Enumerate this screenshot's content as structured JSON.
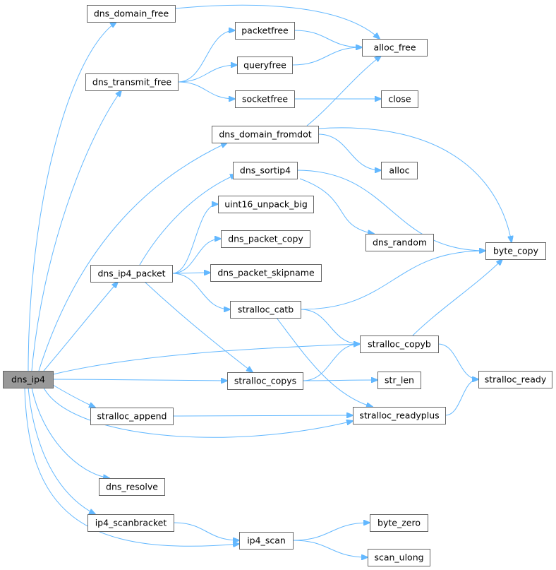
{
  "diagram": {
    "type": "call-graph",
    "colors": {
      "edge": "#63b8ff",
      "root_fill": "#999999",
      "node_fill": "#ffffff",
      "node_border": "#666666"
    },
    "nodes": [
      {
        "id": "dns_ip4",
        "label": "dns_ip4",
        "root": true
      },
      {
        "id": "dns_domain_free",
        "label": "dns_domain_free"
      },
      {
        "id": "dns_transmit_free",
        "label": "dns_transmit_free"
      },
      {
        "id": "packetfree",
        "label": "packetfree"
      },
      {
        "id": "queryfree",
        "label": "queryfree"
      },
      {
        "id": "socketfree",
        "label": "socketfree"
      },
      {
        "id": "alloc_free",
        "label": "alloc_free"
      },
      {
        "id": "close",
        "label": "close"
      },
      {
        "id": "dns_domain_fromdot",
        "label": "dns_domain_fromdot"
      },
      {
        "id": "alloc",
        "label": "alloc"
      },
      {
        "id": "dns_sortip4",
        "label": "dns_sortip4"
      },
      {
        "id": "uint16_unpack_big",
        "label": "uint16_unpack_big"
      },
      {
        "id": "dns_packet_copy",
        "label": "dns_packet_copy"
      },
      {
        "id": "dns_packet_skipname",
        "label": "dns_packet_skipname"
      },
      {
        "id": "dns_random",
        "label": "dns_random"
      },
      {
        "id": "byte_copy",
        "label": "byte_copy"
      },
      {
        "id": "dns_ip4_packet",
        "label": "dns_ip4_packet"
      },
      {
        "id": "stralloc_catb",
        "label": "stralloc_catb"
      },
      {
        "id": "stralloc_copyb",
        "label": "stralloc_copyb"
      },
      {
        "id": "stralloc_copys",
        "label": "stralloc_copys"
      },
      {
        "id": "str_len",
        "label": "str_len"
      },
      {
        "id": "stralloc_ready",
        "label": "stralloc_ready"
      },
      {
        "id": "stralloc_append",
        "label": "stralloc_append"
      },
      {
        "id": "stralloc_readyplus",
        "label": "stralloc_readyplus"
      },
      {
        "id": "dns_resolve",
        "label": "dns_resolve"
      },
      {
        "id": "ip4_scanbracket",
        "label": "ip4_scanbracket"
      },
      {
        "id": "ip4_scan",
        "label": "ip4_scan"
      },
      {
        "id": "byte_zero",
        "label": "byte_zero"
      },
      {
        "id": "scan_ulong",
        "label": "scan_ulong"
      }
    ],
    "edges": [
      {
        "from": "dns_ip4",
        "to": "dns_domain_free"
      },
      {
        "from": "dns_ip4",
        "to": "dns_transmit_free"
      },
      {
        "from": "dns_ip4",
        "to": "dns_domain_fromdot"
      },
      {
        "from": "dns_ip4",
        "to": "dns_ip4_packet"
      },
      {
        "from": "dns_ip4",
        "to": "stralloc_copyb"
      },
      {
        "from": "dns_ip4",
        "to": "stralloc_copys"
      },
      {
        "from": "dns_ip4",
        "to": "stralloc_append"
      },
      {
        "from": "dns_ip4",
        "to": "stralloc_readyplus"
      },
      {
        "from": "dns_ip4",
        "to": "dns_resolve"
      },
      {
        "from": "dns_ip4",
        "to": "ip4_scanbracket"
      },
      {
        "from": "dns_ip4",
        "to": "ip4_scan"
      },
      {
        "from": "dns_domain_free",
        "to": "alloc_free"
      },
      {
        "from": "dns_transmit_free",
        "to": "packetfree"
      },
      {
        "from": "dns_transmit_free",
        "to": "queryfree"
      },
      {
        "from": "dns_transmit_free",
        "to": "socketfree"
      },
      {
        "from": "packetfree",
        "to": "alloc_free"
      },
      {
        "from": "queryfree",
        "to": "alloc_free"
      },
      {
        "from": "socketfree",
        "to": "close"
      },
      {
        "from": "dns_domain_fromdot",
        "to": "alloc_free"
      },
      {
        "from": "dns_domain_fromdot",
        "to": "alloc"
      },
      {
        "from": "dns_domain_fromdot",
        "to": "byte_copy"
      },
      {
        "from": "dns_ip4_packet",
        "to": "dns_sortip4"
      },
      {
        "from": "dns_ip4_packet",
        "to": "uint16_unpack_big"
      },
      {
        "from": "dns_ip4_packet",
        "to": "dns_packet_copy"
      },
      {
        "from": "dns_ip4_packet",
        "to": "dns_packet_skipname"
      },
      {
        "from": "dns_ip4_packet",
        "to": "stralloc_catb"
      },
      {
        "from": "dns_ip4_packet",
        "to": "stralloc_copys"
      },
      {
        "from": "dns_sortip4",
        "to": "byte_copy"
      },
      {
        "from": "dns_sortip4",
        "to": "dns_random"
      },
      {
        "from": "stralloc_catb",
        "to": "byte_copy"
      },
      {
        "from": "stralloc_catb",
        "to": "stralloc_copyb"
      },
      {
        "from": "stralloc_catb",
        "to": "stralloc_readyplus"
      },
      {
        "from": "stralloc_copyb",
        "to": "byte_copy"
      },
      {
        "from": "stralloc_copyb",
        "to": "stralloc_ready"
      },
      {
        "from": "stralloc_copys",
        "to": "stralloc_copyb"
      },
      {
        "from": "stralloc_copys",
        "to": "str_len"
      },
      {
        "from": "stralloc_append",
        "to": "stralloc_readyplus"
      },
      {
        "from": "stralloc_readyplus",
        "to": "stralloc_ready"
      },
      {
        "from": "ip4_scanbracket",
        "to": "ip4_scan"
      },
      {
        "from": "ip4_scan",
        "to": "byte_zero"
      },
      {
        "from": "ip4_scan",
        "to": "scan_ulong"
      }
    ]
  }
}
